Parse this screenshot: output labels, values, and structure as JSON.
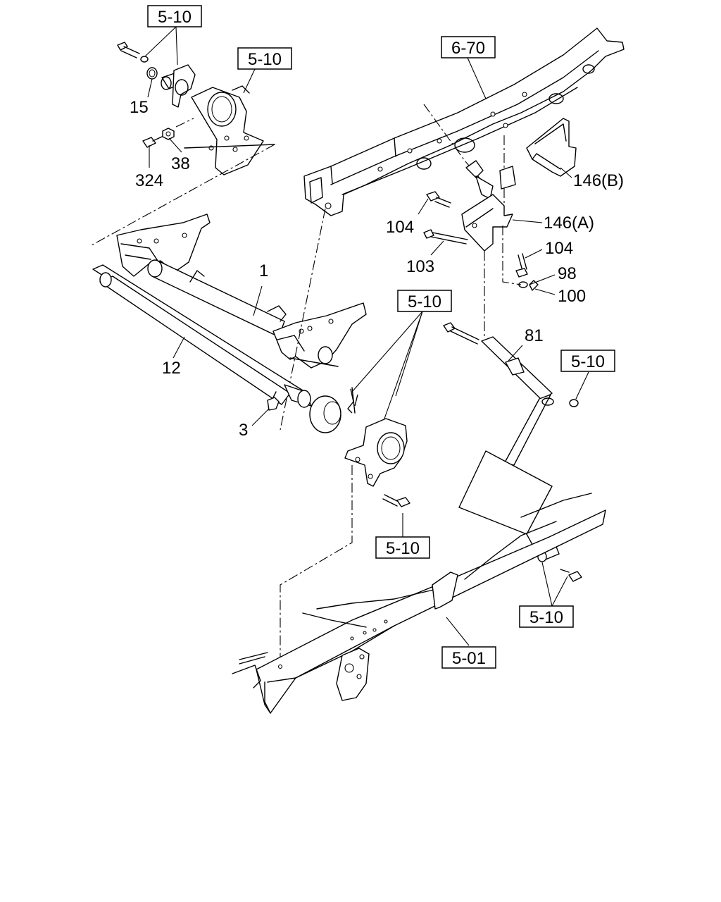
{
  "part_labels": {
    "p15": "15",
    "p38": "38",
    "p324": "324",
    "p1": "1",
    "p12": "12",
    "p3": "3",
    "p104a": "104",
    "p103": "103",
    "p146a": "146(A)",
    "p146b": "146(B)",
    "p104b": "104",
    "p98": "98",
    "p100": "100",
    "p81": "81"
  },
  "ref_labels": {
    "r1": "5-10",
    "r2": "5-10",
    "r3": "6-70",
    "r4": "5-10",
    "r5": "5-10",
    "r6": "5-10",
    "r7": "5-10",
    "r8": "5-01"
  }
}
